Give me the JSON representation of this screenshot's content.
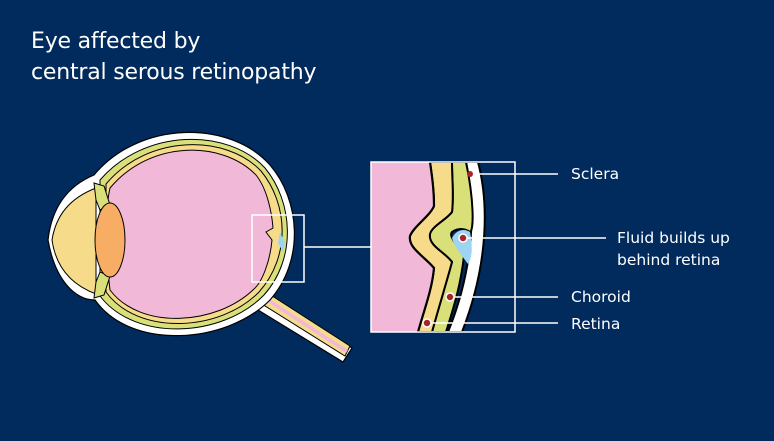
{
  "title": {
    "line1": "Eye affected by",
    "line2": "central serous retinopathy"
  },
  "labels": {
    "sclera": "Sclera",
    "fluid_line1": "Fluid builds up",
    "fluid_line2": "behind retina",
    "choroid": "Choroid",
    "retina": "Retina"
  },
  "colors": {
    "background": "#022b5d",
    "vitreous": "#f1b8d7",
    "retina": "#f6dc8a",
    "choroid": "#d9e07a",
    "sclera": "#ffffff",
    "fluid": "#9ed3f2",
    "lens": "#f7ad63",
    "cornea": "#f6dc8a",
    "marker": "#a8242a",
    "outline": "#000000"
  }
}
